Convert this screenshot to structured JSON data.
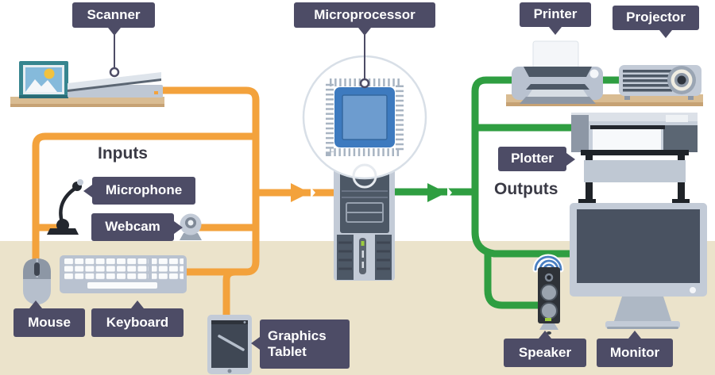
{
  "diagram": {
    "headings": {
      "inputs": "Inputs",
      "outputs": "Outputs"
    },
    "labels": {
      "scanner": "Scanner",
      "microprocessor": "Microprocessor",
      "printer": "Printer",
      "projector": "Projector",
      "microphone": "Microphone",
      "webcam": "Webcam",
      "plotter": "Plotter",
      "mouse": "Mouse",
      "keyboard": "Keyboard",
      "graphics_tablet": "Graphics Tablet",
      "speaker": "Speaker",
      "monitor": "Monitor"
    },
    "colors": {
      "input_line": "#F3A23C",
      "output_line": "#2F9E41",
      "label_background": "#4D4C66",
      "label_text": "#FFFFFF",
      "heading_text": "#3A3A45",
      "desk": "#EBE3CB",
      "shelf": "#D9BC92",
      "device_light_gray": "#C3CBD7",
      "device_dark_slate": "#4D5866",
      "chip_blue": "#3D7ABF",
      "frame_teal": "#37858F"
    }
  }
}
